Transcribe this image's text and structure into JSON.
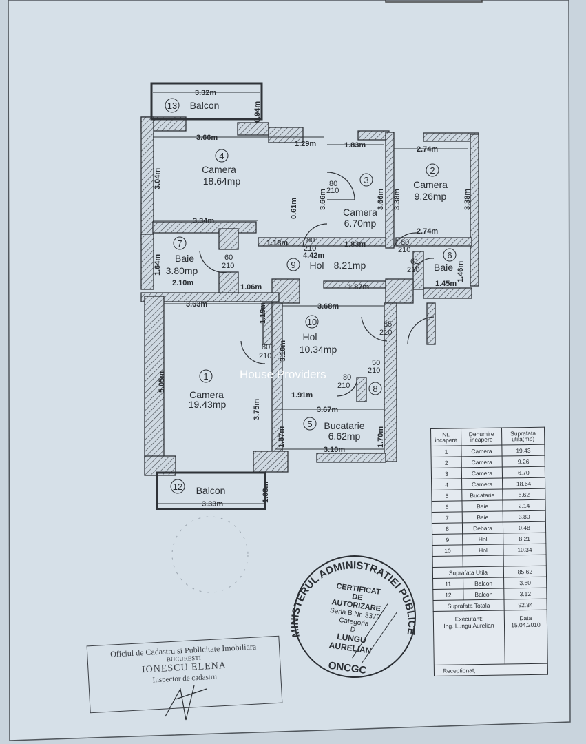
{
  "watermark": "House Providers",
  "rooms": [
    {
      "num": "1",
      "name": "Camera",
      "area": "19.43mp"
    },
    {
      "num": "2",
      "name": "Camera",
      "area": "9.26mp"
    },
    {
      "num": "3",
      "name": "Camera",
      "area": "6.70mp"
    },
    {
      "num": "4",
      "name": "Camera",
      "area": "18.64mp"
    },
    {
      "num": "5",
      "name": "Bucatarie",
      "area": "6.62mp"
    },
    {
      "num": "6",
      "name": "Baie",
      "area": ""
    },
    {
      "num": "7",
      "name": "Baie",
      "area": "3.80mp"
    },
    {
      "num": "8",
      "name": "",
      "area": ""
    },
    {
      "num": "9",
      "name": "Hol",
      "area": "8.21mp"
    },
    {
      "num": "10",
      "name": "Hol",
      "area": "10.34mp"
    },
    {
      "num": "12",
      "name": "Balcon",
      "area": ""
    },
    {
      "num": "13",
      "name": "Balcon",
      "area": ""
    }
  ],
  "dimensions": [
    "3.32m",
    "0.94m",
    "3.66m",
    "1.29m",
    "1.83m",
    "2.74m",
    "3.04m",
    "0.61m",
    "3.66m",
    "3.66m",
    "3.38m",
    "3.38m",
    "3.34m",
    "2.74m",
    "1.18m",
    "1.83m",
    "4.42m",
    "1.64m",
    "2.10m",
    "1.06m",
    "1.87m",
    "1.45m",
    "1.46m",
    "3.63m",
    "3.68m",
    "1.19m",
    "3.10m",
    "5.05m",
    "3.75m",
    "1.91m",
    "3.67m",
    "1.87m",
    "1.70m",
    "3.10m",
    "1.08m",
    "3.33m"
  ],
  "doors": [
    {
      "w": "80",
      "h": "210"
    },
    {
      "w": "80",
      "h": "210"
    },
    {
      "w": "80",
      "h": "210"
    },
    {
      "w": "60",
      "h": "210"
    },
    {
      "w": "61",
      "h": "210"
    },
    {
      "w": "85",
      "h": "210"
    },
    {
      "w": "80",
      "h": "210"
    },
    {
      "w": "50",
      "h": "210"
    },
    {
      "w": "80",
      "h": "210"
    }
  ],
  "table": {
    "headers": [
      "Nr. incapere",
      "Denumire incapere",
      "Suprafata utila(mp)"
    ],
    "rows": [
      [
        "1",
        "Camera",
        "19.43"
      ],
      [
        "2",
        "Camera",
        "9.26"
      ],
      [
        "3",
        "Camera",
        "6.70"
      ],
      [
        "4",
        "Camera",
        "18.64"
      ],
      [
        "5",
        "Bucatarie",
        "6.62"
      ],
      [
        "6",
        "Baie",
        "2.14"
      ],
      [
        "7",
        "Baie",
        "3.80"
      ],
      [
        "8",
        "Debara",
        "0.48"
      ],
      [
        "9",
        "Hol",
        "8.21"
      ],
      [
        "10",
        "Hol",
        "10.34"
      ]
    ],
    "useful_label": "Suprafata Utila",
    "useful_value": "85.62",
    "balconies": [
      [
        "11",
        "Balcon",
        "3.60"
      ],
      [
        "12",
        "Balcon",
        "3.12"
      ]
    ],
    "total_label": "Suprafata Totala",
    "total_value": "92.34",
    "executant_label": "Executant:",
    "executant_name": "Ing. Lungu Aurelian",
    "date_label": "Data",
    "date_value": "15.04.2010",
    "receptionat": "Receptionat,"
  },
  "round_stamp": {
    "ring": "MINISTERUL ADMINISTRATIEI PUBLICE",
    "bottom": "ONCGC",
    "lines": [
      "CERTIFICAT",
      "DE",
      "AUTORIZARE",
      "Seria B Nr. 3379",
      "Categoria",
      "D",
      "LUNGU",
      "AURELIAN"
    ]
  },
  "rect_stamp": {
    "line1": "Oficiul de Cadastru si Publicitate Imobiliara",
    "line2": "BUCURESTI",
    "line3": "IONESCU ELENA",
    "line4": "Inspector de cadastru"
  }
}
